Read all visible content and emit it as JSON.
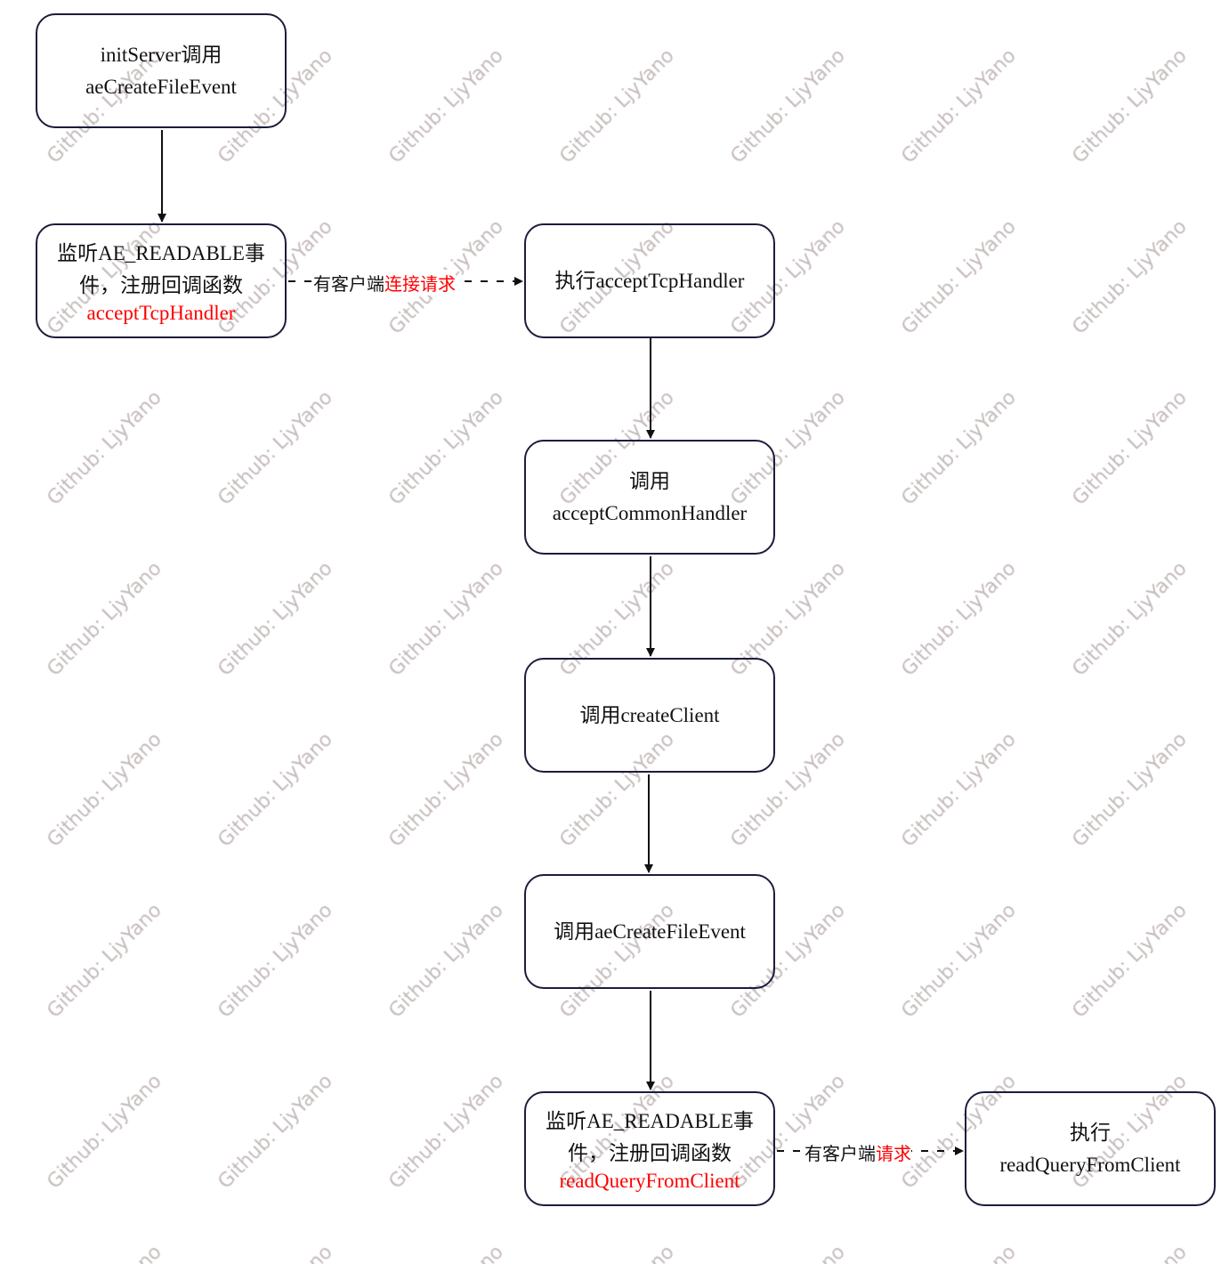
{
  "watermark": "Github: LjyYano",
  "nodes": {
    "n1": {
      "line1": "initServer调用",
      "line2": "aeCreateFileEvent"
    },
    "n2": {
      "line1": "监听AE_READABLE事",
      "line2": "件，注册回调函数",
      "red": "acceptTcpHandler"
    },
    "n3": {
      "line1": "执行acceptTcpHandler"
    },
    "n4": {
      "line1": "调用",
      "line2": "acceptCommonHandler"
    },
    "n5": {
      "line1": "调用createClient"
    },
    "n6": {
      "line1": "调用aeCreateFileEvent"
    },
    "n7": {
      "line1": "监听AE_READABLE事",
      "line2": "件，注册回调函数",
      "red": "readQueryFromClient"
    },
    "n8": {
      "line1": "执行",
      "line2": "readQueryFromClient"
    }
  },
  "edges": {
    "e1": {
      "text": "有客户端",
      "red": "连接请求"
    },
    "e2": {
      "text": "有客户端",
      "red": "请求"
    }
  },
  "colors": {
    "border": "#1c1c3c",
    "highlight": "#ff0000",
    "watermark": "#968282"
  }
}
